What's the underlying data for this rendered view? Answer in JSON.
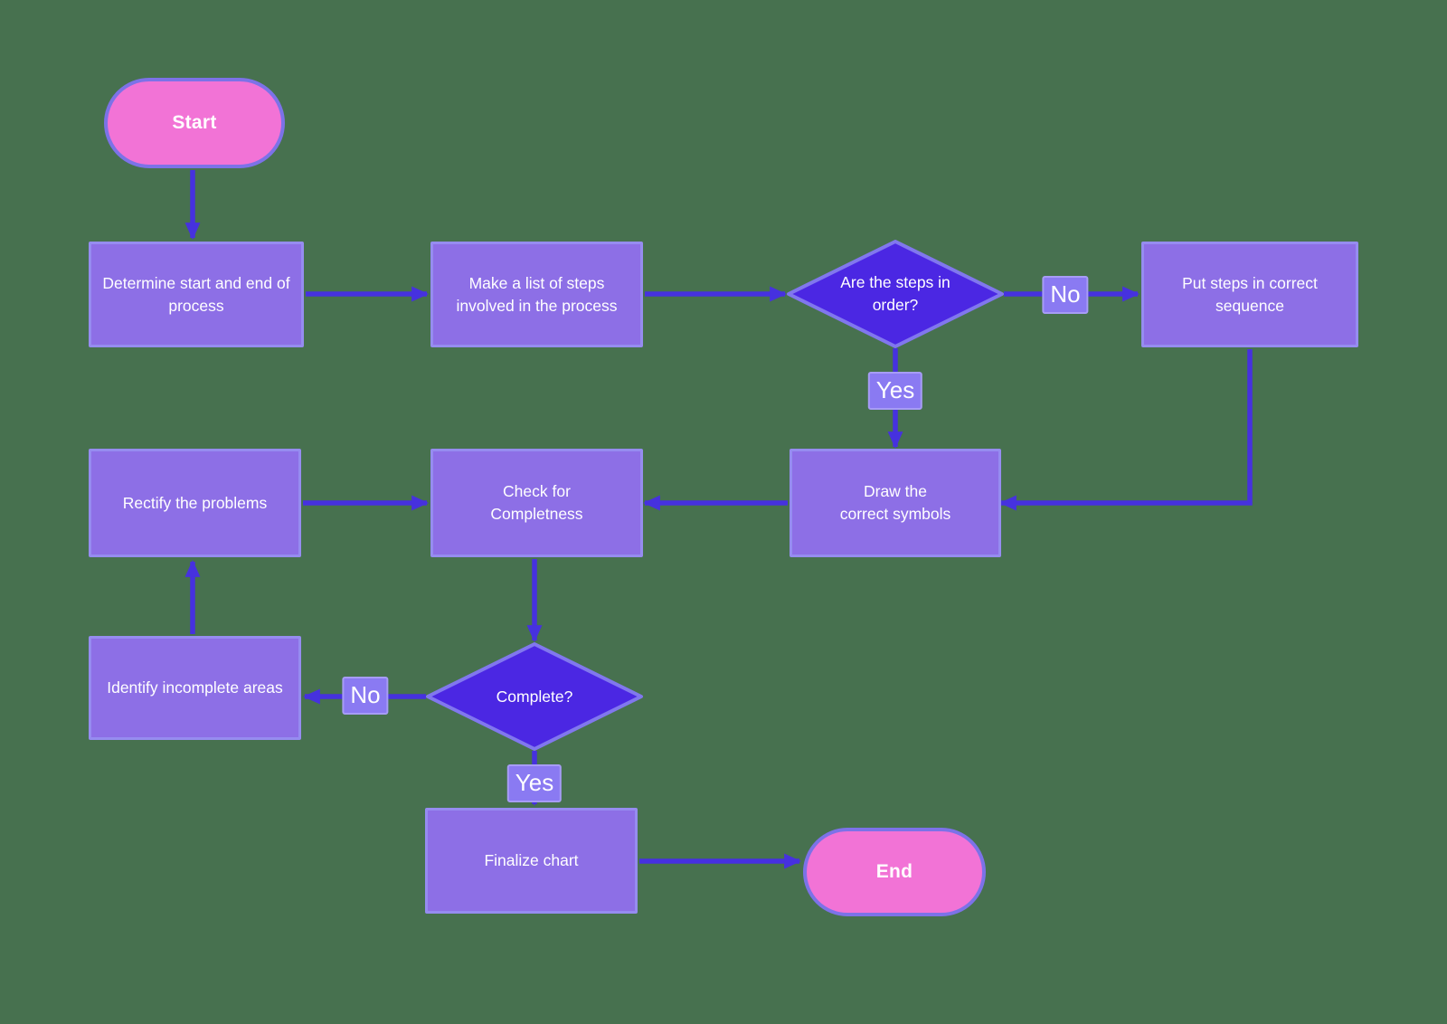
{
  "flowchart": {
    "type": "flowchart",
    "colors": {
      "background": "#47714F",
      "process_fill": "#8D6FE6",
      "process_border": "#968CF0",
      "decision_fill": "#4B27E3",
      "decision_border": "#8177EE",
      "terminator_fill": "#F273D6",
      "terminator_border": "#7C72E8",
      "connector": "#4631DF",
      "label_fill": "#8A7AF2",
      "label_border": "#A79CF6",
      "text_color": "#FFFFFF"
    },
    "nodes": {
      "start": {
        "type": "terminator",
        "label": "Start"
      },
      "determine": {
        "type": "process",
        "label": "Determine start and end of\nprocess"
      },
      "make_list": {
        "type": "process",
        "label": "Make a list of steps\ninvolved in the process"
      },
      "steps_in_order": {
        "type": "decision",
        "label": "Are the steps in\norder?"
      },
      "put_steps": {
        "type": "process",
        "label": "Put steps in correct\nsequence"
      },
      "draw_symbols": {
        "type": "process",
        "label": "Draw the\ncorrect symbols"
      },
      "check_completeness": {
        "type": "process",
        "label": "Check for\nCompletness"
      },
      "rectify": {
        "type": "process",
        "label": "Rectify the problems"
      },
      "identify": {
        "type": "process",
        "label": "Identify incomplete areas"
      },
      "complete": {
        "type": "decision",
        "label": "Complete?"
      },
      "finalize": {
        "type": "process",
        "label": "Finalize chart"
      },
      "end": {
        "type": "terminator",
        "label": "End"
      }
    },
    "edges": [
      {
        "from": "start",
        "to": "determine"
      },
      {
        "from": "determine",
        "to": "make_list"
      },
      {
        "from": "make_list",
        "to": "steps_in_order"
      },
      {
        "from": "steps_in_order",
        "to": "put_steps",
        "label": "No"
      },
      {
        "from": "steps_in_order",
        "to": "draw_symbols",
        "label": "Yes"
      },
      {
        "from": "put_steps",
        "to": "draw_symbols"
      },
      {
        "from": "draw_symbols",
        "to": "check_completeness"
      },
      {
        "from": "rectify",
        "to": "check_completeness"
      },
      {
        "from": "check_completeness",
        "to": "complete"
      },
      {
        "from": "complete",
        "to": "identify",
        "label": "No"
      },
      {
        "from": "identify",
        "to": "rectify"
      },
      {
        "from": "complete",
        "to": "finalize",
        "label": "Yes"
      },
      {
        "from": "finalize",
        "to": "end"
      }
    ]
  }
}
